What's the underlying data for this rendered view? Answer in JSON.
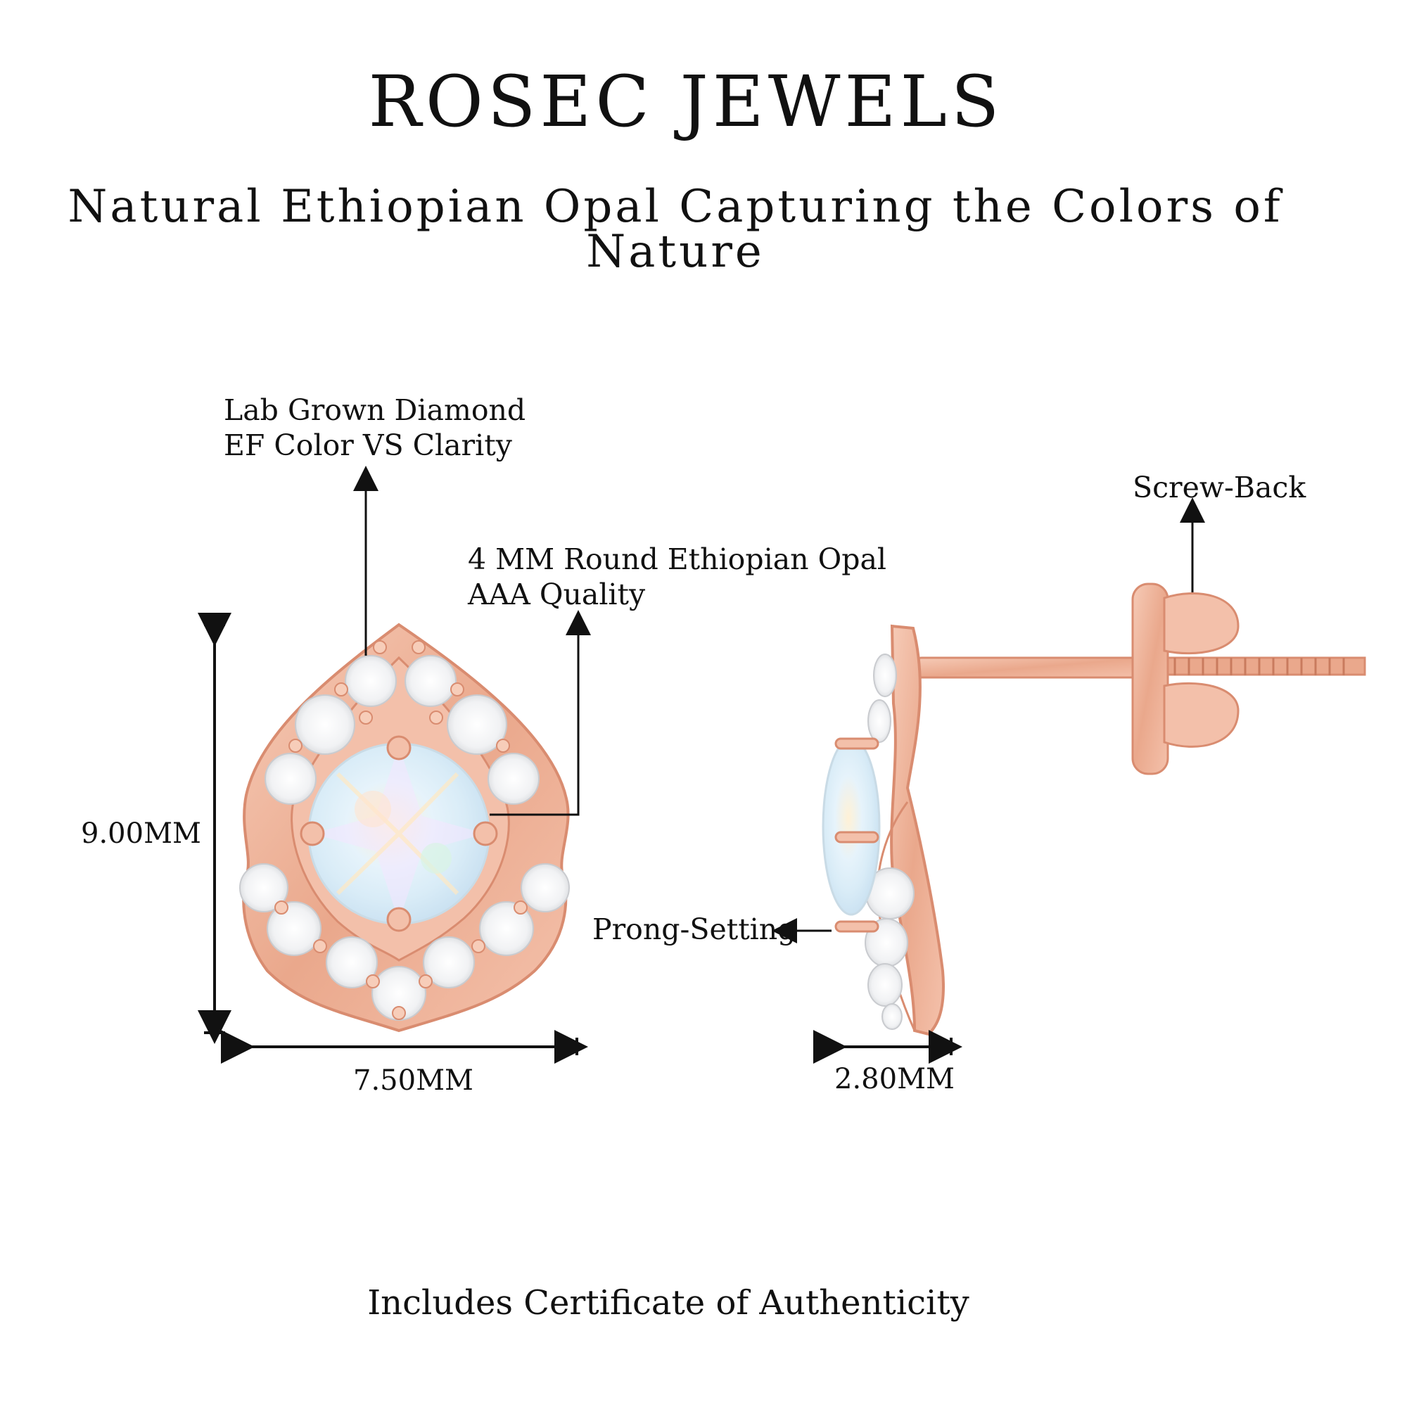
{
  "header": {
    "brand": "ROSEC JEWELS",
    "tagline": "Natural Ethiopian Opal Capturing the Colors of Nature"
  },
  "callouts": {
    "diamond": {
      "line1": "Lab Grown Diamond",
      "line2": "EF Color VS Clarity"
    },
    "opal": {
      "line1": "4 MM Round Ethiopian Opal",
      "line2": "AAA Quality"
    },
    "screw_back": "Screw-Back",
    "prong": "Prong-Setting"
  },
  "dimensions": {
    "height": "9.00MM",
    "width": "7.50MM",
    "depth": "2.80MM"
  },
  "footer": {
    "note": "Includes Certificate of Authenticity"
  },
  "colors": {
    "rose_gold": "#f2b9a2",
    "rose_gold_dark": "#d98c70",
    "diamond": "#f4f5f7",
    "opal": "#e3f2fb"
  }
}
